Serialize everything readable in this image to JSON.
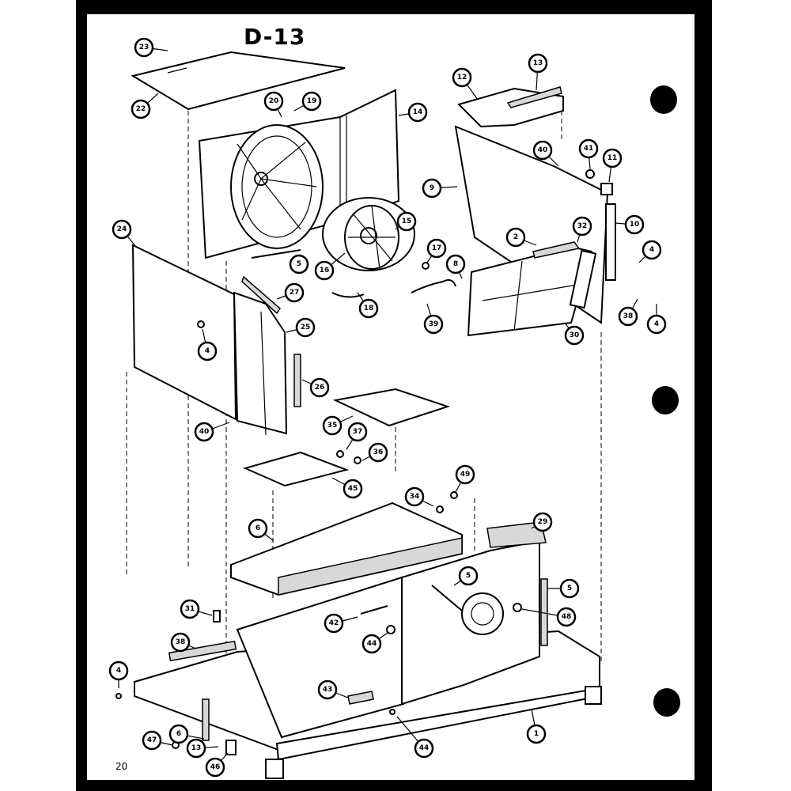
{
  "title": "D-13",
  "page_number": "20",
  "callouts": [
    "23",
    "22",
    "20",
    "19",
    "14",
    "13",
    "12",
    "40",
    "41",
    "11",
    "9",
    "10",
    "24",
    "15",
    "16",
    "17",
    "2",
    "32",
    "4",
    "5",
    "27",
    "18",
    "8",
    "39",
    "4",
    "25",
    "38",
    "30",
    "4",
    "26",
    "40",
    "35",
    "37",
    "36",
    "45",
    "49",
    "34",
    "6",
    "29",
    "5",
    "5",
    "31",
    "42",
    "48",
    "38",
    "44",
    "4",
    "43",
    "1",
    "47",
    "6",
    "13",
    "46",
    "44"
  ]
}
